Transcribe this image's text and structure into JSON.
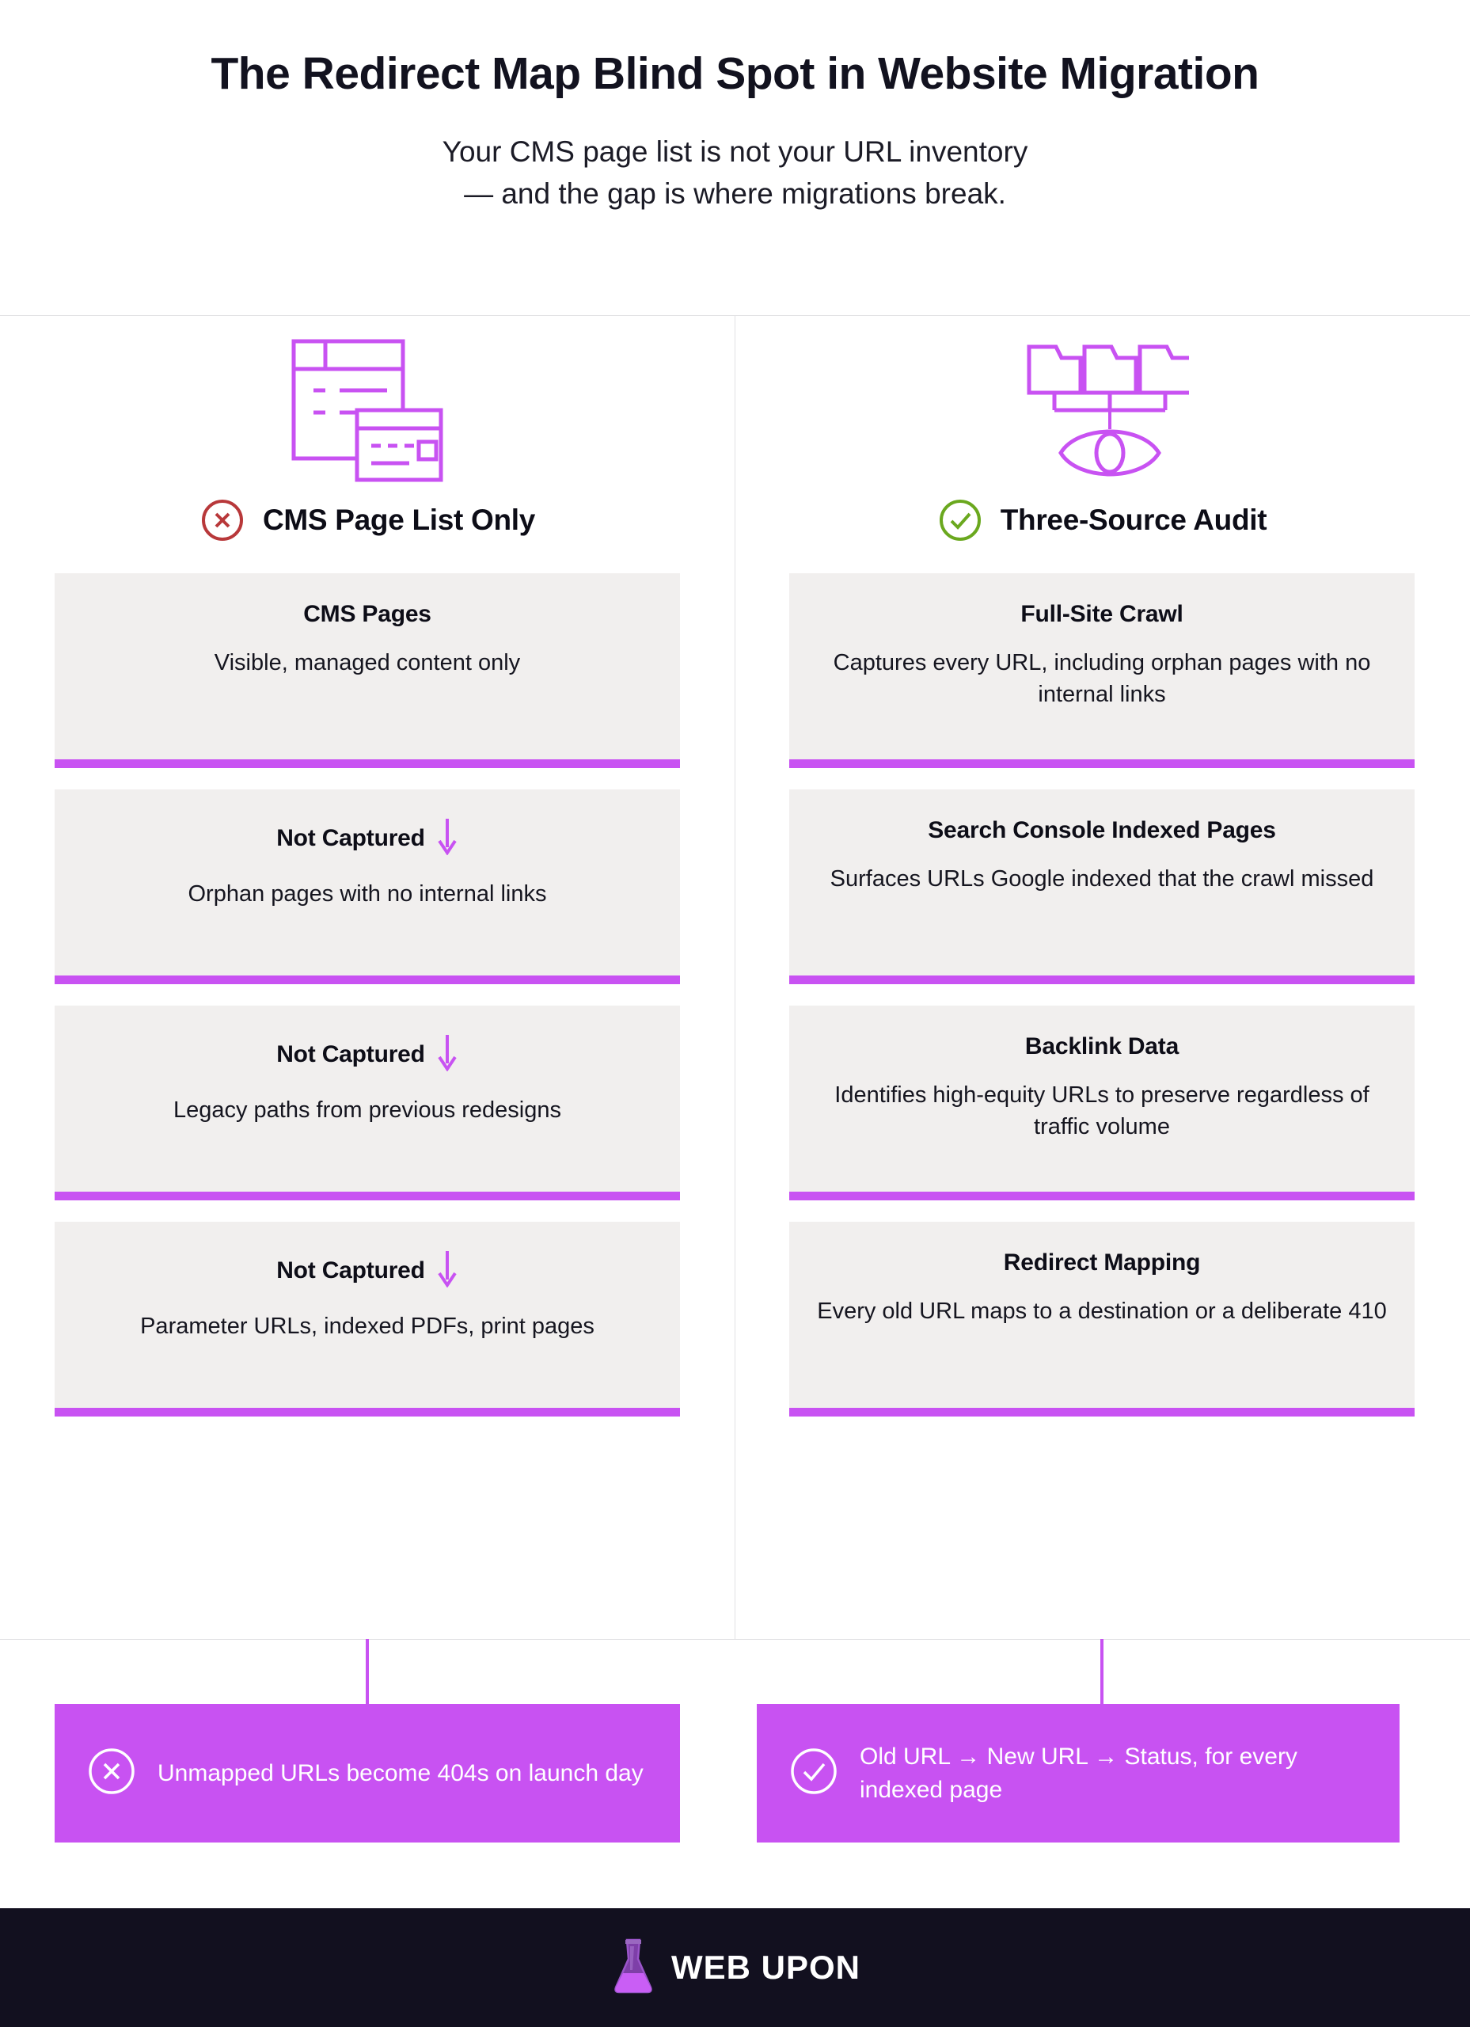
{
  "header": {
    "title": "The Redirect Map Blind Spot in Website Migration",
    "subtitle_line1": "Your CMS page list is not your URL inventory",
    "subtitle_line2": "— and the gap is where migrations break."
  },
  "colors": {
    "accent_purple": "#c852f2",
    "card_bg": "#f1efee",
    "rule": "#e2e2e4",
    "negative_red": "#b8383a",
    "positive_green": "#6aa81e",
    "footer_bg": "#12101f",
    "text_dark": "#0d0d17"
  },
  "columns": [
    {
      "id": "cms-page-list-only",
      "icon_name": "cms-pages-window-icon",
      "badge_icon": "x-circle-icon",
      "badge_color": "#b8383a",
      "heading": "CMS Page List Only",
      "cards": [
        {
          "title": "CMS Pages",
          "has_arrow": false,
          "desc": "Visible, managed content only"
        },
        {
          "title": "Not Captured",
          "has_arrow": true,
          "desc": "Orphan pages with no internal links"
        },
        {
          "title": "Not Captured",
          "has_arrow": true,
          "desc": "Legacy paths from previous redesigns"
        },
        {
          "title": "Not Captured",
          "has_arrow": true,
          "desc": "Parameter URLs, indexed PDFs, print pages"
        }
      ],
      "outcome": {
        "icon_name": "x-circle-icon",
        "text": "Unmapped URLs become 404s on launch day"
      }
    },
    {
      "id": "three-source-audit",
      "icon_name": "folders-eye-audit-icon",
      "badge_icon": "check-circle-icon",
      "badge_color": "#6aa81e",
      "heading": "Three-Source Audit",
      "cards": [
        {
          "title": "Full-Site Crawl",
          "has_arrow": false,
          "desc": "Captures every URL, including orphan pages with no internal links"
        },
        {
          "title": "Search Console Indexed Pages",
          "has_arrow": false,
          "desc": "Surfaces URLs Google indexed that the crawl missed"
        },
        {
          "title": "Backlink Data",
          "has_arrow": false,
          "desc": "Identifies high-equity URLs to preserve regardless of traffic volume"
        },
        {
          "title": "Redirect Mapping",
          "has_arrow": false,
          "desc": "Every old URL maps to a destination or a deliberate 410"
        }
      ],
      "outcome": {
        "icon_name": "check-circle-icon",
        "text": "Old URL → New URL → Status, for every indexed page"
      }
    }
  ],
  "footer": {
    "logo_icon": "flask-icon",
    "brand": "WEB UPON"
  }
}
